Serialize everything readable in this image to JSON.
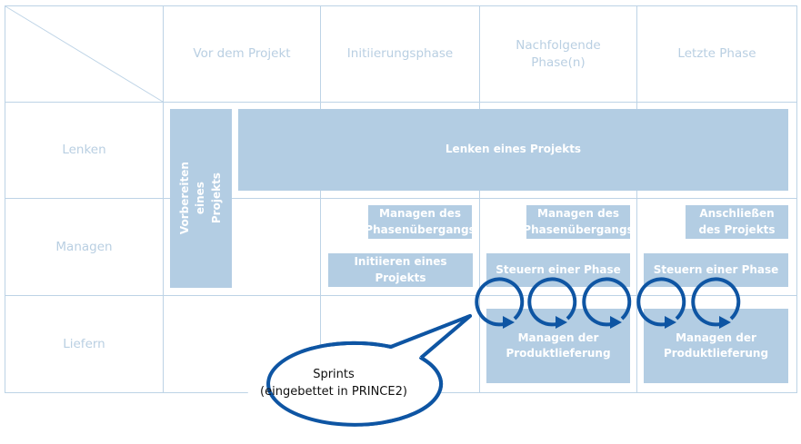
{
  "columns": [
    "",
    "Vor dem Projekt",
    "Initiierungsphase",
    "Nachfolgende\nPhase(n)",
    "Letzte Phase"
  ],
  "rows": [
    "Lenken",
    "Managen",
    "Liefern"
  ],
  "process_boxes": {
    "vorbereiten": "Vorbereiten\neines Projekts",
    "lenken": "Lenken eines Projekts",
    "managen_uebergang_1": "Managen des\nPhasenübergangs",
    "managen_uebergang_2": "Managen des\nPhasenübergangs",
    "abschliessen": "Anschließen\ndes Projekts",
    "initiieren": "Initiieren eines Projekts",
    "steuern_1": "Steuern einer Phase",
    "steuern_2": "Steuern einer Phase",
    "produktlieferung_1": "Managen der\nProduktlieferung",
    "produktlieferung_2": "Managen der\nProduktlieferung"
  },
  "callout": {
    "text": "Sprints\n(eingebettet in PRINCE2)"
  },
  "colors": {
    "grid": "#bdd3e6",
    "box": "#b3cde3",
    "loop": "#0e55a3",
    "label": "#b9cfe2"
  }
}
